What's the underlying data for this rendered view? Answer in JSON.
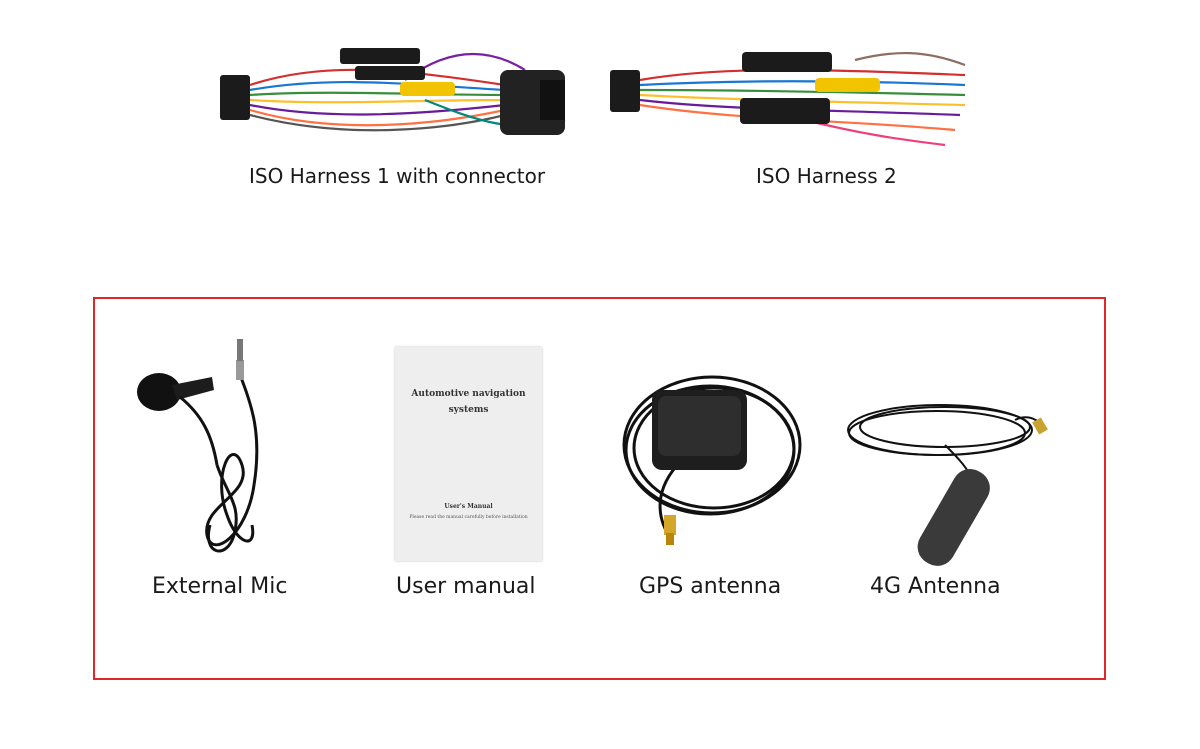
{
  "top_items": [
    {
      "caption": "ISO Harness 1 with connector"
    },
    {
      "caption": "ISO Harness 2"
    }
  ],
  "boxed_items": [
    {
      "caption": "External Mic"
    },
    {
      "caption": "User manual"
    },
    {
      "caption": "GPS antenna"
    },
    {
      "caption": "4G Antenna"
    }
  ],
  "manual_cover": {
    "title_line1": "Automotive navigation",
    "title_line2": "systems",
    "subtitle": "User's Manual",
    "note": "Please read the manual carefully before installation"
  },
  "colors": {
    "frame": "#e0262a",
    "cable": "#111111"
  }
}
